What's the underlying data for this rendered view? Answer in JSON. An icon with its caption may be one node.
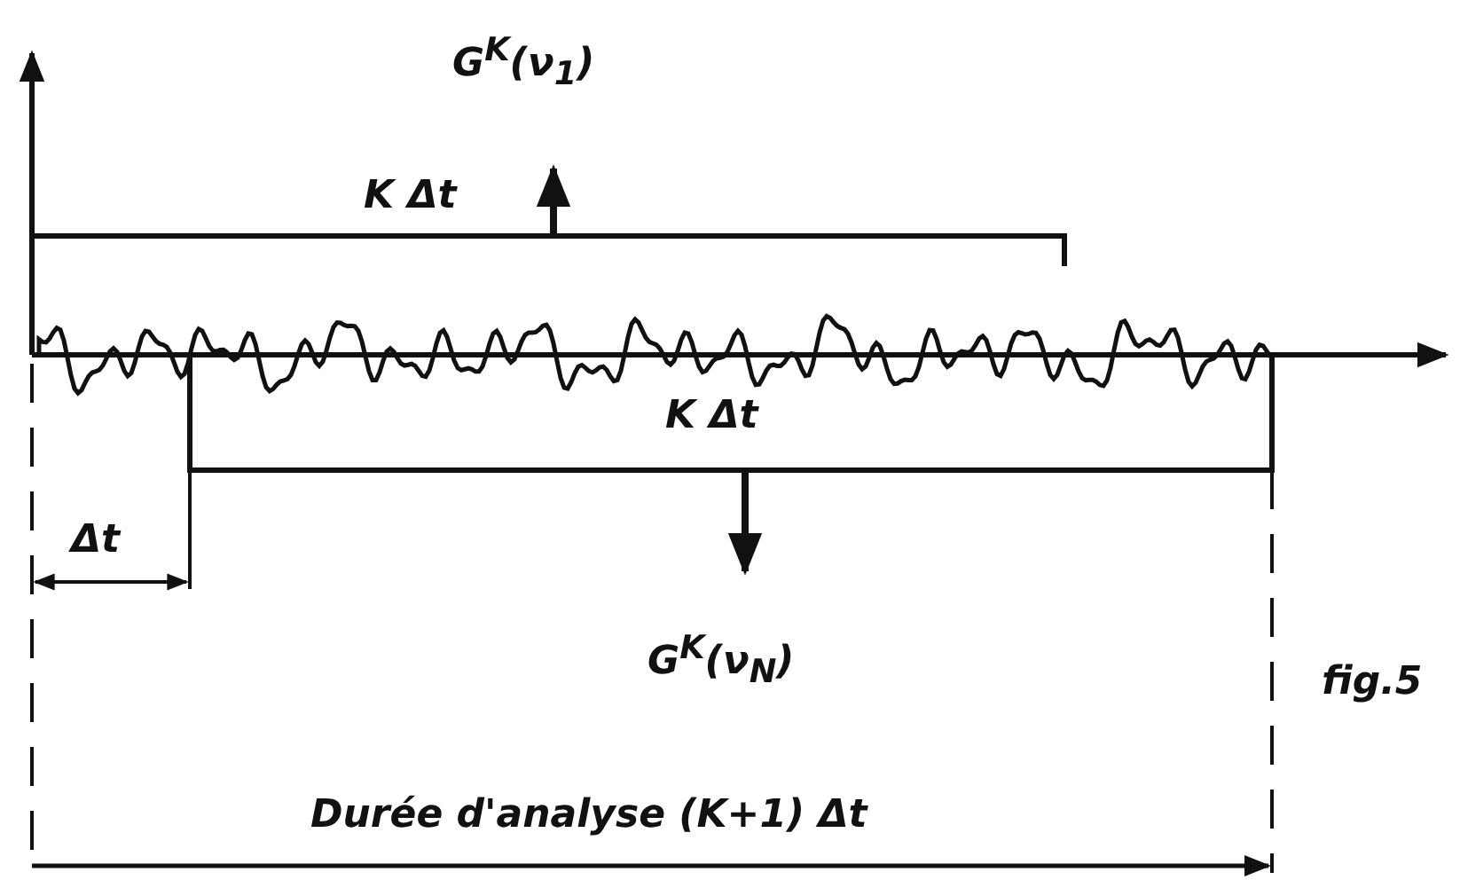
{
  "diagram": {
    "caption": "fig.5",
    "labels": [
      "G$^{K}$(ν$_{1}$)",
      "K Δt",
      "K Δt",
      "Δt",
      "G$^{K}$(ν$_{N}$)",
      "Durée d'analyse (K+1) Δt"
    ]
  }
}
